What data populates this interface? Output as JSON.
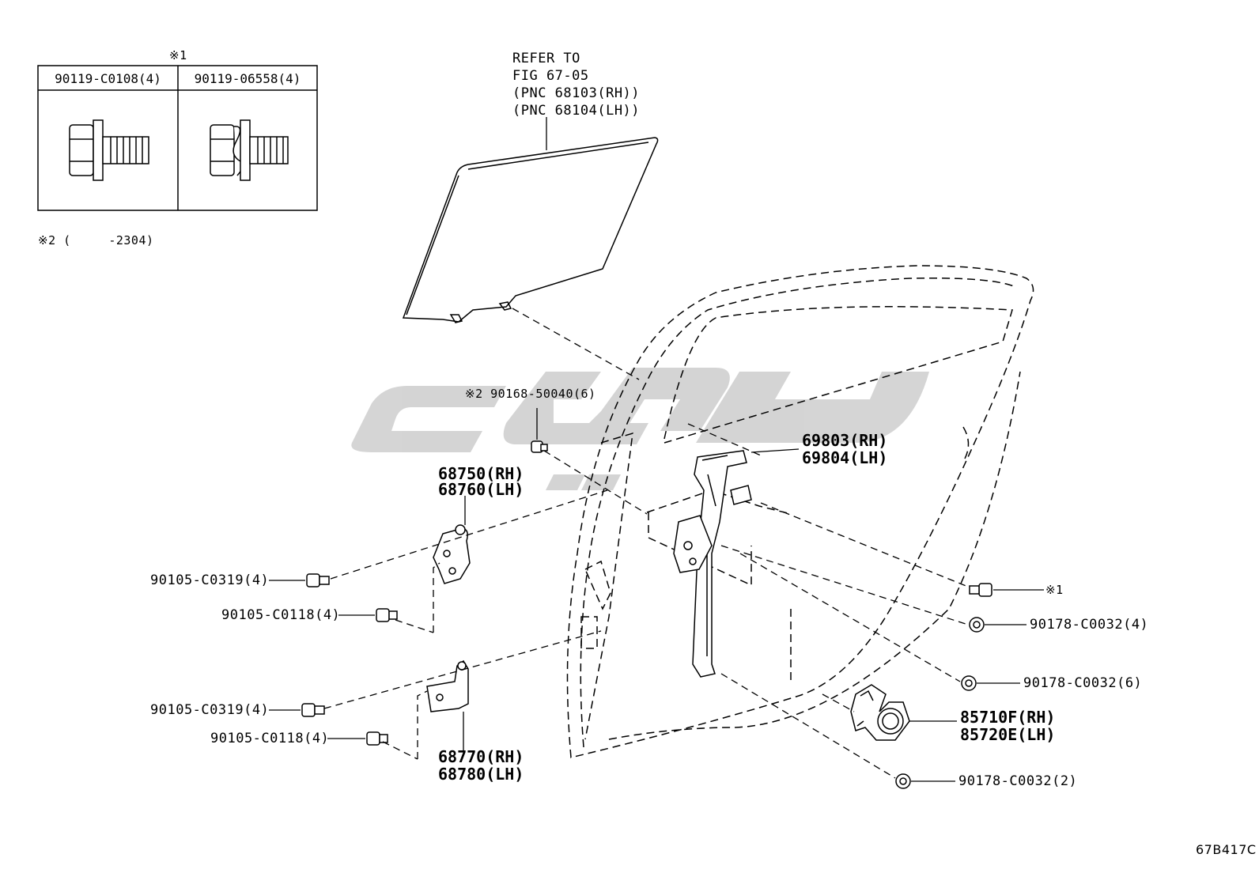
{
  "legend_table": {
    "marker": "※1",
    "headers": [
      "90119-C0108(4)",
      "90119-06558(4)"
    ]
  },
  "note2": "※2 (     -2304)",
  "refer": [
    "REFER TO",
    "FIG 67-05",
    "(PNC 68103(RH))",
    "(PNC 68104(LH))"
  ],
  "labels": {
    "p90168": "※2 90168-50040(6)",
    "p68750": "68750(RH)",
    "p68760": "68760(LH)",
    "p69803": "69803(RH)",
    "p69804": "69804(LH)",
    "p90105a": "90105-C0319(4)",
    "p90105b": "90105-C0118(4)",
    "p90105c": "90105-C0319(4)",
    "p90105d": "90105-C0118(4)",
    "p68770": "68770(RH)",
    "p68780": "68780(LH)",
    "m1": "※1",
    "p90178a": "90178-C0032(4)",
    "p90178b": "90178-C0032(6)",
    "p85710": "85710F(RH)",
    "p85720": "85720E(LH)",
    "p90178c": "90178-C0032(2)"
  },
  "figure_code": "67B417C"
}
